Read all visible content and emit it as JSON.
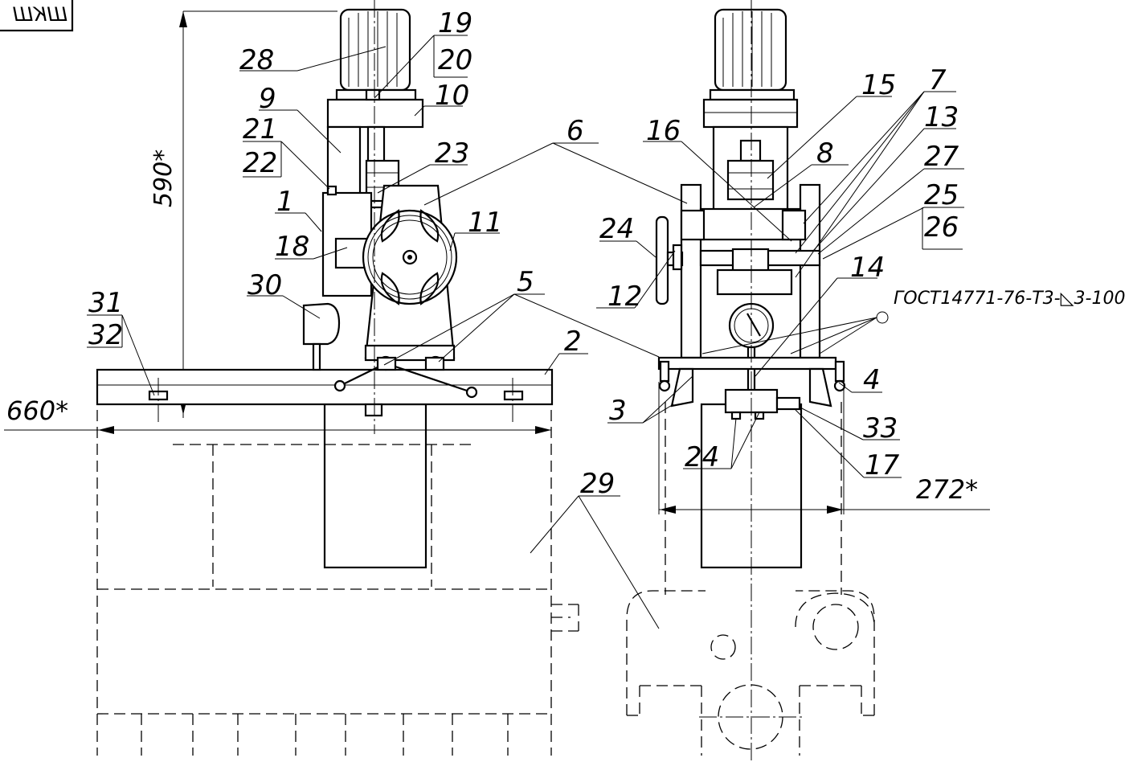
{
  "stamp": "ШКШ",
  "dimensions": {
    "height": "590*",
    "width_front": "660*",
    "width_side": "272*"
  },
  "weld_note": "ГОСТ14771-76-Т3-◺3-100",
  "callouts_front": [
    "28",
    "19",
    "20",
    "9",
    "10",
    "21",
    "22",
    "23",
    "6",
    "1",
    "11",
    "18",
    "5",
    "30",
    "31",
    "32",
    "2"
  ],
  "callouts_side": [
    "15",
    "7",
    "16",
    "13",
    "8",
    "27",
    "25",
    "26",
    "24",
    "12",
    "14",
    "3",
    "4",
    "33",
    "24",
    "17"
  ],
  "callout_base": "29"
}
